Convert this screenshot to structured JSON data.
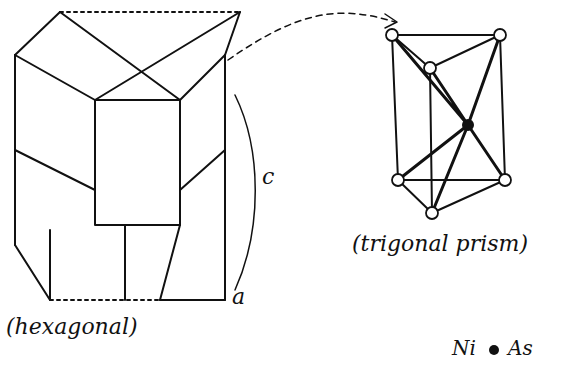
{
  "diagram": {
    "labels": [
      "c",
      "a",
      "(hexagonal)",
      "(trigonal prism)",
      "Ni",
      "As"
    ]
  }
}
